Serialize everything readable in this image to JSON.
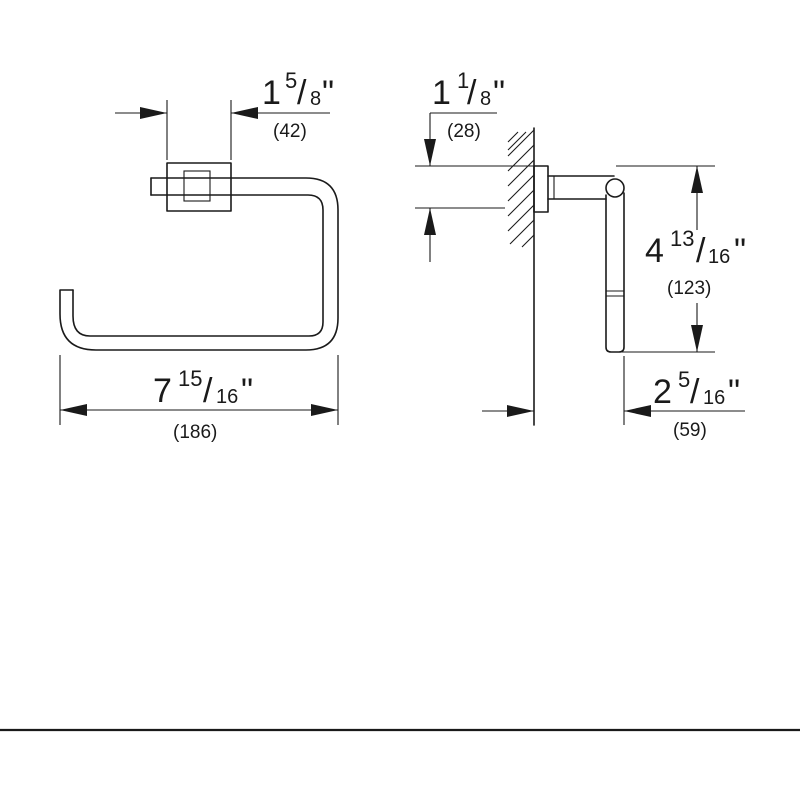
{
  "dimensions": {
    "mount_width": {
      "whole": "1",
      "numerator": "5",
      "denominator": "8",
      "inch_mark": "\"",
      "metric": "(42)"
    },
    "mount_offset": {
      "whole": "1",
      "numerator": "1",
      "denominator": "8",
      "inch_mark": "\"",
      "metric": "(28)"
    },
    "ring_height": {
      "whole": "4",
      "numerator": "13",
      "denominator": "16",
      "inch_mark": "\"",
      "metric": "(123)"
    },
    "total_width": {
      "whole": "7",
      "numerator": "15",
      "denominator": "16",
      "inch_mark": "\"",
      "metric": "(186)"
    },
    "projection": {
      "whole": "2",
      "numerator": "5",
      "denominator": "16",
      "inch_mark": "\"",
      "metric": "(59)"
    }
  }
}
